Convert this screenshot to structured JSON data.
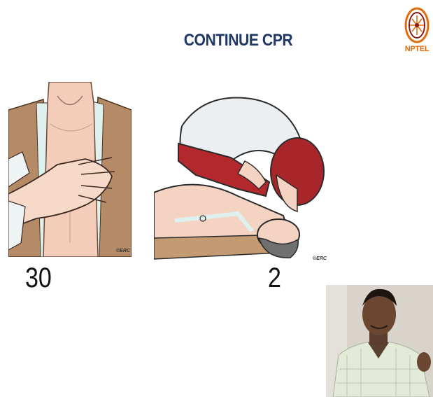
{
  "slide": {
    "title": "CONTINUE CPR",
    "logo": {
      "label": "NPTEL",
      "icon": "nptel-logo-icon",
      "accent": "#e36c0a"
    },
    "compressions": {
      "count": "30",
      "credit": "©ERC"
    },
    "breaths": {
      "count": "2",
      "credit": "©ERC"
    },
    "title_color": "#1f3864"
  },
  "video": {
    "icon": "presenter-webcam-video"
  }
}
